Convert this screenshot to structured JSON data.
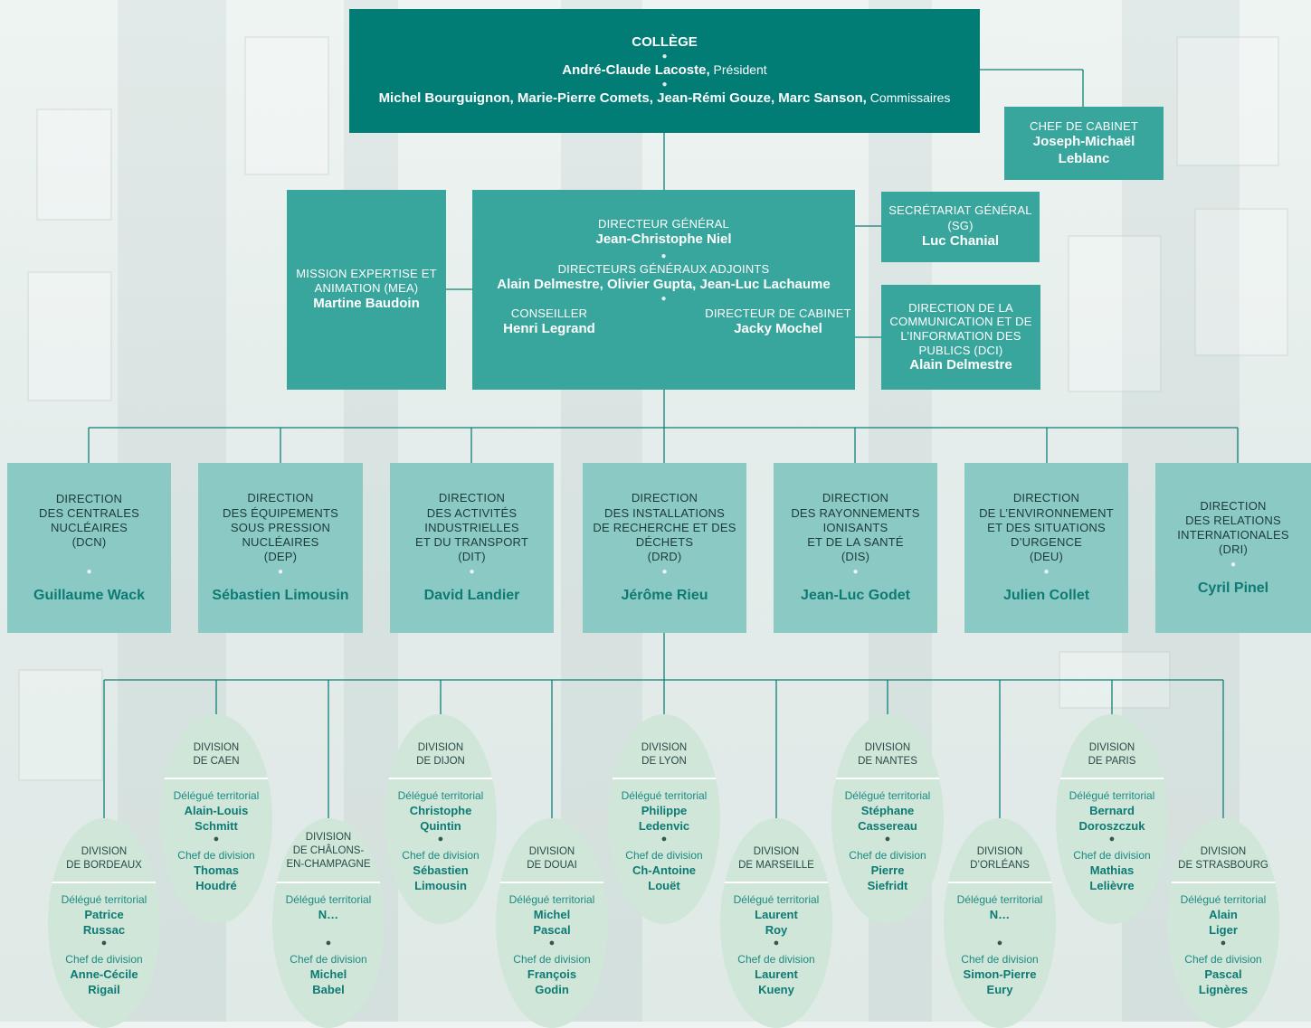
{
  "college": {
    "title": "COLLÈGE",
    "president_name": "André-Claude Lacoste,",
    "president_role": "Président",
    "commissioners_names": "Michel Bourguignon, Marie-Pierre Comets, Jean-Rémi Gouze, Marc Sanson,",
    "commissioners_role": "Commissaires"
  },
  "chef_cabinet": {
    "title": "CHEF DE CABINET",
    "name_line1": "Joseph-Michaël",
    "name_line2": "Leblanc"
  },
  "mea": {
    "title_line1": "MISSION EXPERTISE ET",
    "title_line2": "ANIMATION (MEA)",
    "name": "Martine Baudoin"
  },
  "dg": {
    "title": "DIRECTEUR GÉNÉRAL",
    "name": "Jean-Christophe Niel",
    "adjoints_title": "DIRECTEURS GÉNÉRAUX ADJOINTS",
    "adjoints_names": "Alain Delmestre, Olivier Gupta, Jean-Luc Lachaume",
    "conseiller_title": "CONSEILLER",
    "conseiller_name": "Henri Legrand",
    "cabinet_title": "DIRECTEUR DE CABINET",
    "cabinet_name": "Jacky Mochel"
  },
  "sg": {
    "title": "SECRÉTARIAT GÉNÉRAL (SG)",
    "name": "Luc Chanial"
  },
  "dci": {
    "title_line1": "DIRECTION DE LA",
    "title_line2": "COMMUNICATION ET DE",
    "title_line3": "L’INFORMATION DES",
    "title_line4": "PUBLICS (DCI)",
    "name": "Alain Delmestre"
  },
  "directions": [
    {
      "l1": "DIRECTION",
      "l2": "DES CENTRALES NUCLÉAIRES",
      "l3": "(DCN)",
      "l4": "",
      "name": "Guillaume Wack"
    },
    {
      "l1": "DIRECTION",
      "l2": "DES ÉQUIPEMENTS",
      "l3": "SOUS PRESSION NUCLÉAIRES",
      "l4": "(DEP)",
      "name": "Sébastien Limousin"
    },
    {
      "l1": "DIRECTION",
      "l2": "DES ACTIVITÉS INDUSTRIELLES",
      "l3": "ET DU TRANSPORT",
      "l4": "(DIT)",
      "name": "David Landier"
    },
    {
      "l1": "DIRECTION",
      "l2": "DES INSTALLATIONS",
      "l3": "DE RECHERCHE ET DES DÉCHETS",
      "l4": "(DRD)",
      "name": "Jérôme Rieu"
    },
    {
      "l1": "DIRECTION",
      "l2": "DES RAYONNEMENTS IONISANTS",
      "l3": "ET DE LA SANTÉ",
      "l4": "(DIS)",
      "name": "Jean-Luc Godet"
    },
    {
      "l1": "DIRECTION",
      "l2": "DE L’ENVIRONNEMENT",
      "l3": "ET DES SITUATIONS D’URGENCE",
      "l4": "(DEU)",
      "name": "Julien Collet"
    },
    {
      "l1": "DIRECTION",
      "l2": "DES RELATIONS",
      "l3": "INTERNATIONALES",
      "l4": "(DRI)",
      "name": "Cyril Pinel"
    }
  ],
  "divisions": [
    {
      "h1": "DIVISION",
      "h2": "DE BORDEAUX",
      "h3": "",
      "dt_label": "Délégué territorial",
      "dt1": "Patrice",
      "dt2": "Russac",
      "cd_label": "Chef de division",
      "cd1": "Anne-Cécile",
      "cd2": "Rigail"
    },
    {
      "h1": "DIVISION",
      "h2": "DE CAEN",
      "h3": "",
      "dt_label": "Délégué territorial",
      "dt1": "Alain-Louis",
      "dt2": "Schmitt",
      "cd_label": "Chef de division",
      "cd1": "Thomas",
      "cd2": "Houdré"
    },
    {
      "h1": "DIVISION",
      "h2": "DE CHÂLONS-",
      "h3": "EN-CHAMPAGNE",
      "dt_label": "Délégué territorial",
      "dt1": "N…",
      "dt2": "",
      "cd_label": "Chef de division",
      "cd1": "Michel",
      "cd2": "Babel"
    },
    {
      "h1": "DIVISION",
      "h2": "DE DIJON",
      "h3": "",
      "dt_label": "Délégué territorial",
      "dt1": "Christophe",
      "dt2": "Quintin",
      "cd_label": "Chef de division",
      "cd1": "Sébastien",
      "cd2": "Limousin"
    },
    {
      "h1": "DIVISION",
      "h2": "DE DOUAI",
      "h3": "",
      "dt_label": "Délégué territorial",
      "dt1": "Michel",
      "dt2": "Pascal",
      "cd_label": "Chef de division",
      "cd1": "François",
      "cd2": "Godin"
    },
    {
      "h1": "DIVISION",
      "h2": "DE LYON",
      "h3": "",
      "dt_label": "Délégué territorial",
      "dt1": "Philippe",
      "dt2": "Ledenvic",
      "cd_label": "Chef de division",
      "cd1": "Ch-Antoine",
      "cd2": "Louët"
    },
    {
      "h1": "DIVISION",
      "h2": "DE MARSEILLE",
      "h3": "",
      "dt_label": "Délégué territorial",
      "dt1": "Laurent",
      "dt2": "Roy",
      "cd_label": "Chef de division",
      "cd1": "Laurent",
      "cd2": "Kueny"
    },
    {
      "h1": "DIVISION",
      "h2": "DE NANTES",
      "h3": "",
      "dt_label": "Délégué territorial",
      "dt1": "Stéphane",
      "dt2": "Cassereau",
      "cd_label": "Chef de division",
      "cd1": "Pierre",
      "cd2": "Siefridt"
    },
    {
      "h1": "DIVISION",
      "h2": "D’ORLÉANS",
      "h3": "",
      "dt_label": "Délégué territorial",
      "dt1": "N…",
      "dt2": "",
      "cd_label": "Chef de division",
      "cd1": "Simon-Pierre",
      "cd2": "Eury"
    },
    {
      "h1": "DIVISION",
      "h2": "DE PARIS",
      "h3": "",
      "dt_label": "Délégué territorial",
      "dt1": "Bernard",
      "dt2": "Doroszczuk",
      "cd_label": "Chef de division",
      "cd1": "Mathias",
      "cd2": "Lelièvre"
    },
    {
      "h1": "DIVISION",
      "h2": "DE STRASBOURG",
      "h3": "",
      "dt_label": "Délégué territorial",
      "dt1": "Alain",
      "dt2": "Liger",
      "cd_label": "Chef de division",
      "cd1": "Pascal",
      "cd2": "Lignères"
    }
  ]
}
